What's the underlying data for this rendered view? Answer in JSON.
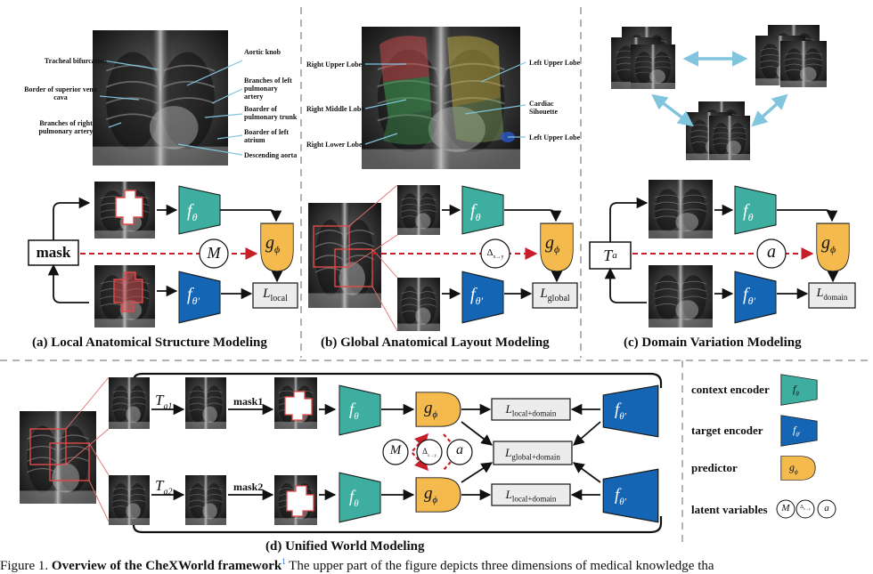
{
  "panel_a": {
    "labels": {
      "tracheal": "Tracheal bifurcation",
      "svc": "Border of superior vena cava",
      "right_pa": "Branches of right pulmonary artery",
      "aortic_knob": "Aortic knob",
      "left_pa": "Branches of left pulmonary artery",
      "pulm_trunk": "Boarder of pulmonary trunk",
      "left_atrium": "Boarder of left atrium",
      "desc_aorta": "Descending aorta"
    },
    "mask_label": "mask",
    "latent": "M",
    "loss": "L",
    "loss_sub": "local",
    "caption": "(a) Local Anatomical Structure Modeling"
  },
  "panel_b": {
    "labels": {
      "rul": "Right Upper Lobe",
      "rml": "Right Middle Lobe",
      "rll": "Right Lower Lobe",
      "lul": "Left Upper Lobe",
      "cardiac": "Cardiac Sihouette",
      "lul2": "Left Upper Lobe"
    },
    "latent": "Δ",
    "latent_sub": "x→y",
    "loss_sub": "global",
    "caption": "(b) Global Anatomical Layout Modeling"
  },
  "panel_c": {
    "t_sub": "a",
    "latent": "a",
    "loss_sub": "domain",
    "caption": "(c) Domain Variation Modeling"
  },
  "panel_d": {
    "t1_sub": "a1",
    "t2_sub": "a2",
    "mask1": "mask1",
    "mask2": "mask2",
    "loss_top_sub": "local+domain",
    "loss_mid_sub": "global+domain",
    "loss_bot_sub": "local+domain",
    "latent_m": "M",
    "latent_a": "a",
    "caption": "(d) Unified World Modeling"
  },
  "legend": {
    "context": "context encoder",
    "target": "target encoder",
    "predictor": "predictor",
    "latent": "latent variables"
  },
  "symbols": {
    "f": "f",
    "f_sub": "θ",
    "f_prime_sub": "θ′",
    "g": "g",
    "g_sub": "ϕ",
    "t": "T"
  },
  "figure_caption": {
    "prefix": "Figure 1. ",
    "bold": "Overview of the CheXWorld framework",
    "sup": "1",
    "rest": "  The upper part of the figure depicts three dimensions of medical knowledge tha"
  },
  "colors": {
    "teal": "#3dae9f",
    "blue": "#1565b5",
    "orange": "#f4ba4e",
    "red_dash": "#c81e2a",
    "mask_red": "#e04a4a",
    "arrow_blue": "#80c4de",
    "dash_gray": "#9a9a9a"
  }
}
